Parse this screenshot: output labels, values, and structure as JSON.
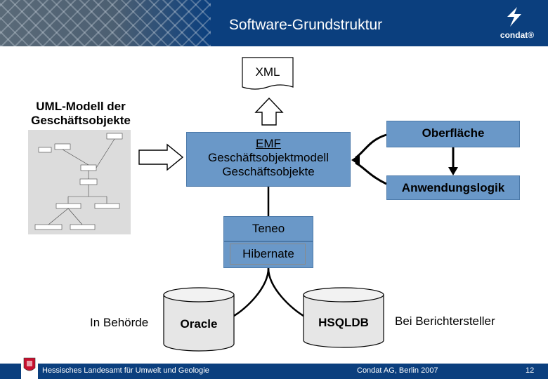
{
  "header": {
    "title": "Software-Grundstruktur",
    "logo_text": "condat®"
  },
  "diagram": {
    "xml": "XML",
    "uml_title_line1": "UML-Modell der",
    "uml_title_line2": "Geschäftsobjekte",
    "emf_line1": "EMF",
    "emf_line2": "Geschäftsobjektmodell",
    "emf_line3": "Geschäftsobjekte",
    "oberflaeche": "Oberfläche",
    "anwendungslogik": "Anwendungslogik",
    "teneo": "Teneo",
    "hibernate": "Hibernate",
    "in_behoerde": "In Behörde",
    "oracle": "Oracle",
    "hsqldb": "HSQLDB",
    "bei_berichtersteller": "Bei Berichtersteller"
  },
  "footer": {
    "left": "Hessisches Landesamt für Umwelt und Geologie",
    "mid": "Condat AG, Berlin 2007",
    "page": "12"
  },
  "colors": {
    "header_blue": "#0b3f7e",
    "box_blue": "#6a98c8",
    "cylinder_gray": "#e6e6e6"
  },
  "icons": [
    "condat-logo-icon",
    "hessen-logo-icon",
    "document-icon"
  ]
}
